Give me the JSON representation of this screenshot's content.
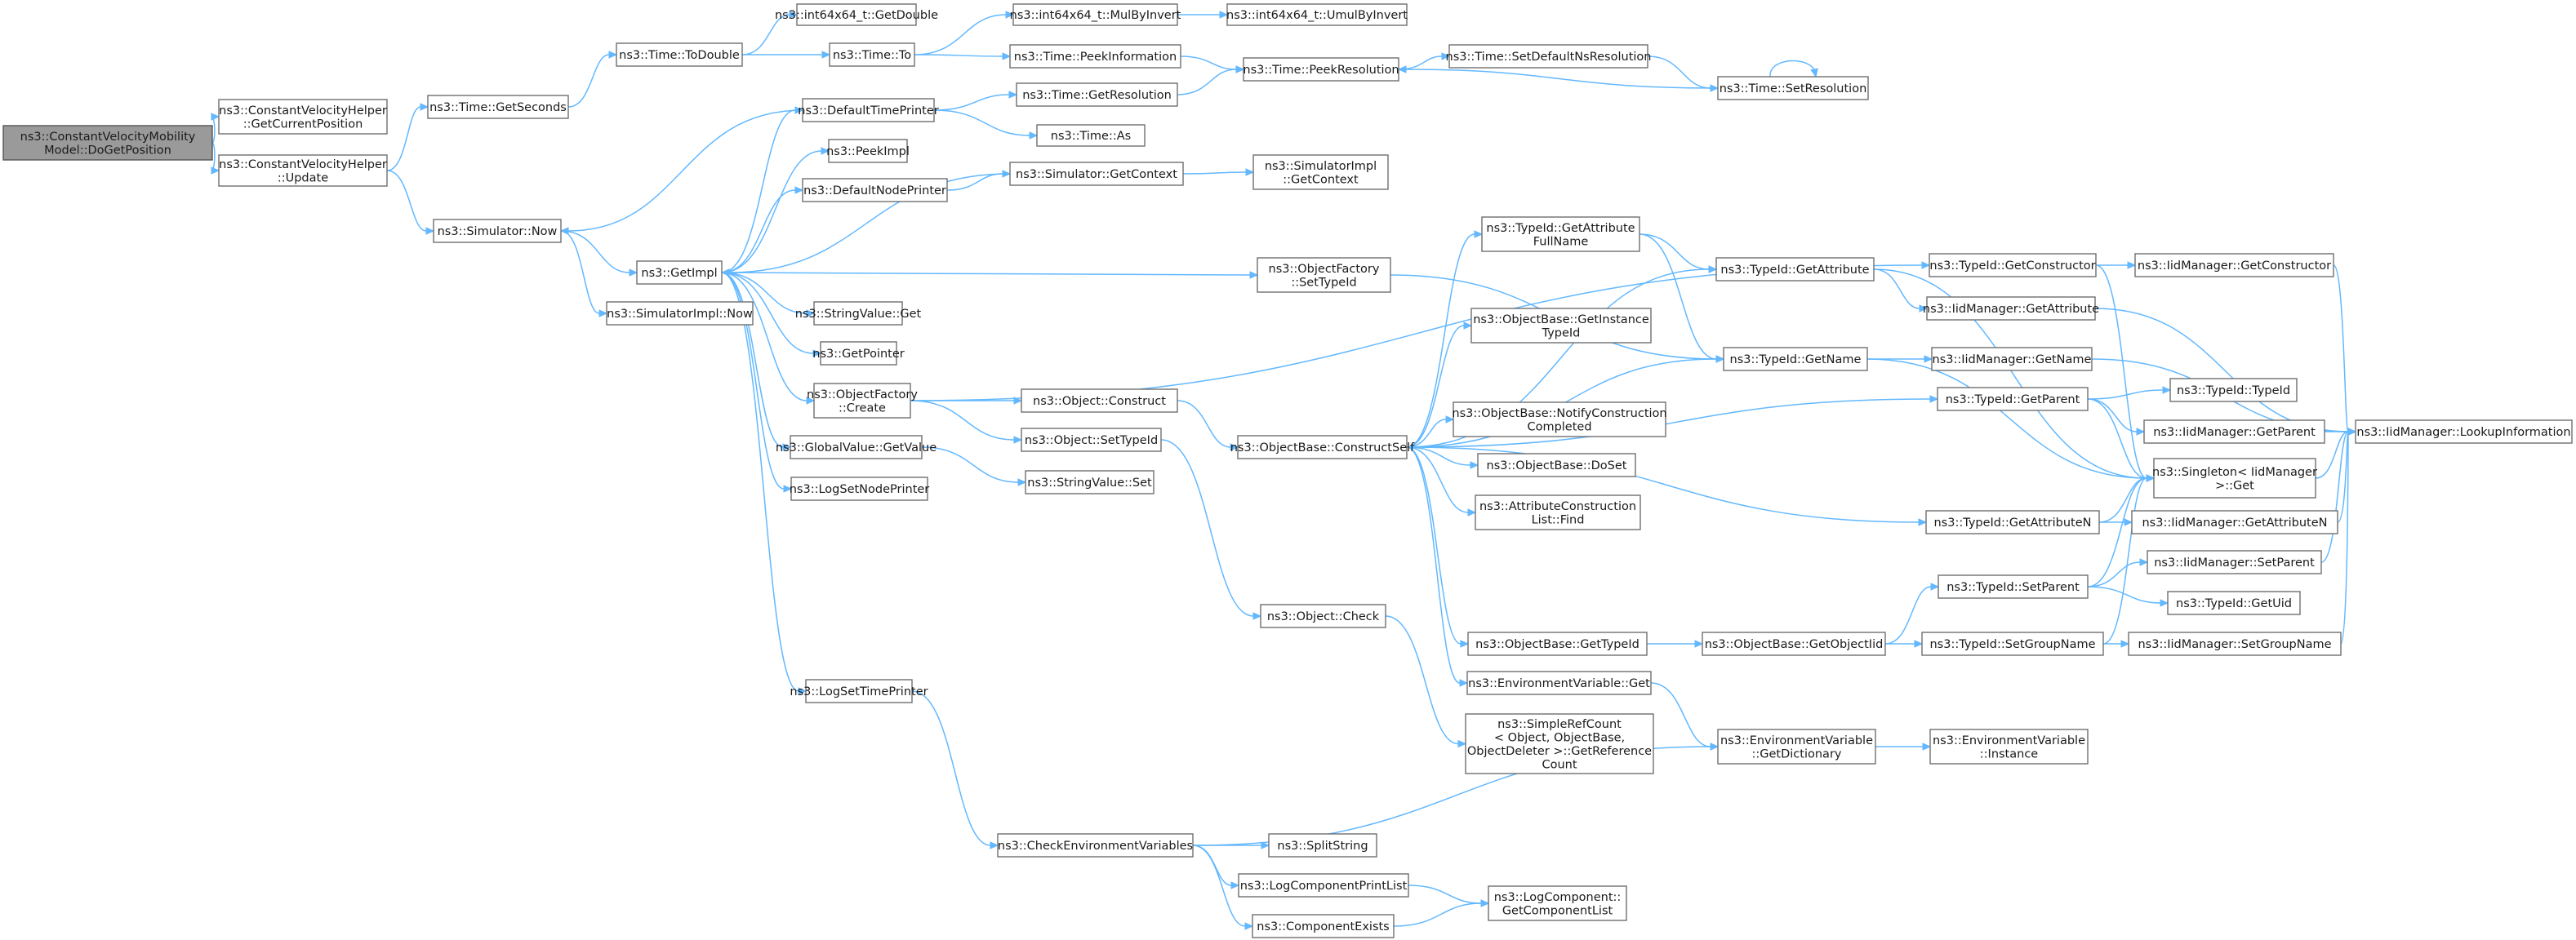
{
  "diagram": {
    "title": "",
    "colors": {
      "edge": "#63b8ff",
      "root_fill": "#9a9a9a",
      "node_fill": "#ffffff",
      "node_border": "#6e6e6e"
    },
    "nodes": [
      {
        "id": "n_dogetposition",
        "lines": [
          "ns3::ConstantVelocityMobility",
          "Model::DoGetPosition"
        ],
        "root": true
      },
      {
        "id": "n_getcurrentposition",
        "lines": [
          "ns3::ConstantVelocityHelper",
          "::GetCurrentPosition"
        ]
      },
      {
        "id": "n_update",
        "lines": [
          "ns3::ConstantVelocityHelper",
          "::Update"
        ]
      },
      {
        "id": "n_getseconds",
        "lines": [
          "ns3::Time::GetSeconds"
        ]
      },
      {
        "id": "n_simnow",
        "lines": [
          "ns3::Simulator::Now"
        ]
      },
      {
        "id": "n_todouble",
        "lines": [
          "ns3::Time::ToDouble"
        ]
      },
      {
        "id": "n_defaulttimeprinter",
        "lines": [
          "ns3::DefaultTimePrinter"
        ]
      },
      {
        "id": "n_getimpl",
        "lines": [
          "ns3::GetImpl"
        ]
      },
      {
        "id": "n_simimplnow",
        "lines": [
          "ns3::SimulatorImpl::Now"
        ]
      },
      {
        "id": "n_getdouble",
        "lines": [
          "ns3::int64x64_t::GetDouble"
        ]
      },
      {
        "id": "n_timeto",
        "lines": [
          "ns3::Time::To"
        ]
      },
      {
        "id": "n_mulbyinvert",
        "lines": [
          "ns3::int64x64_t::MulByInvert"
        ]
      },
      {
        "id": "n_umulbyinvert",
        "lines": [
          "ns3::int64x64_t::UmulByInvert"
        ]
      },
      {
        "id": "n_peekinformation",
        "lines": [
          "ns3::Time::PeekInformation"
        ]
      },
      {
        "id": "n_peekresolution",
        "lines": [
          "ns3::Time::PeekResolution"
        ]
      },
      {
        "id": "n_setdefaultnsres",
        "lines": [
          "ns3::Time::SetDefaultNsResolution"
        ]
      },
      {
        "id": "n_setresolution",
        "lines": [
          "ns3::Time::SetResolution"
        ]
      },
      {
        "id": "n_getresolution",
        "lines": [
          "ns3::Time::GetResolution"
        ]
      },
      {
        "id": "n_timeas",
        "lines": [
          "ns3::Time::As"
        ]
      },
      {
        "id": "n_peekimpl",
        "lines": [
          "ns3::PeekImpl"
        ]
      },
      {
        "id": "n_defaultnodeprinter",
        "lines": [
          "ns3::DefaultNodePrinter"
        ]
      },
      {
        "id": "n_getcontext",
        "lines": [
          "ns3::Simulator::GetContext"
        ]
      },
      {
        "id": "n_simimplgetcontext",
        "lines": [
          "ns3::SimulatorImpl",
          "::GetContext"
        ]
      },
      {
        "id": "n_stringvalueget",
        "lines": [
          "ns3::StringValue::Get"
        ]
      },
      {
        "id": "n_getpointer",
        "lines": [
          "ns3::GetPointer"
        ]
      },
      {
        "id": "n_objfactorycreate",
        "lines": [
          "ns3::ObjectFactory",
          "::Create"
        ]
      },
      {
        "id": "n_globalvaluegetvalue",
        "lines": [
          "ns3::GlobalValue::GetValue"
        ]
      },
      {
        "id": "n_logsetnodeprinter",
        "lines": [
          "ns3::LogSetNodePrinter"
        ]
      },
      {
        "id": "n_logsettimeprinter",
        "lines": [
          "ns3::LogSetTimePrinter"
        ]
      },
      {
        "id": "n_objectconstruct",
        "lines": [
          "ns3::Object::Construct"
        ]
      },
      {
        "id": "n_objectsettypeid",
        "lines": [
          "ns3::Object::SetTypeId"
        ]
      },
      {
        "id": "n_stringvalueset",
        "lines": [
          "ns3::StringValue::Set"
        ]
      },
      {
        "id": "n_objfactorysettypeid",
        "lines": [
          "ns3::ObjectFactory",
          "::SetTypeId"
        ]
      },
      {
        "id": "n_constructself",
        "lines": [
          "ns3::ObjectBase::ConstructSelf"
        ]
      },
      {
        "id": "n_objectcheck",
        "lines": [
          "ns3::Object::Check"
        ]
      },
      {
        "id": "n_checkenvvars",
        "lines": [
          "ns3::CheckEnvironmentVariables"
        ]
      },
      {
        "id": "n_getattrfullname",
        "lines": [
          "ns3::TypeId::GetAttribute",
          "FullName"
        ]
      },
      {
        "id": "n_getinstancetypeid",
        "lines": [
          "ns3::ObjectBase::GetInstance",
          "TypeId"
        ]
      },
      {
        "id": "n_notifyconstruction",
        "lines": [
          "ns3::ObjectBase::NotifyConstruction",
          "Completed"
        ]
      },
      {
        "id": "n_doset",
        "lines": [
          "ns3::ObjectBase::DoSet"
        ]
      },
      {
        "id": "n_attrconstrfind",
        "lines": [
          "ns3::AttributeConstruction",
          "List::Find"
        ]
      },
      {
        "id": "n_objbasegettypeid",
        "lines": [
          "ns3::ObjectBase::GetTypeId"
        ]
      },
      {
        "id": "n_envvarget",
        "lines": [
          "ns3::EnvironmentVariable::Get"
        ]
      },
      {
        "id": "n_simplerefcount",
        "lines": [
          "ns3::SimpleRefCount",
          "< Object, ObjectBase,",
          "ObjectDeleter >::GetReference",
          "Count"
        ]
      },
      {
        "id": "n_splitstring",
        "lines": [
          "ns3::SplitString"
        ]
      },
      {
        "id": "n_logcompprintlist",
        "lines": [
          "ns3::LogComponentPrintList"
        ]
      },
      {
        "id": "n_componentexists",
        "lines": [
          "ns3::ComponentExists"
        ]
      },
      {
        "id": "n_getcomponentlist",
        "lines": [
          "ns3::LogComponent::",
          "GetComponentList"
        ]
      },
      {
        "id": "n_typeidgetattribute",
        "lines": [
          "ns3::TypeId::GetAttribute"
        ]
      },
      {
        "id": "n_typeidgetname",
        "lines": [
          "ns3::TypeId::GetName"
        ]
      },
      {
        "id": "n_getobjectiid",
        "lines": [
          "ns3::ObjectBase::GetObjectIid"
        ]
      },
      {
        "id": "n_envvargetdict",
        "lines": [
          "ns3::EnvironmentVariable",
          "::GetDictionary"
        ]
      },
      {
        "id": "n_typeidgetconstructor",
        "lines": [
          "ns3::TypeId::GetConstructor"
        ]
      },
      {
        "id": "n_typeidgetparent",
        "lines": [
          "ns3::TypeId::GetParent"
        ]
      },
      {
        "id": "n_typeidgetattributen",
        "lines": [
          "ns3::TypeId::GetAttributeN"
        ]
      },
      {
        "id": "n_typeidsetparent",
        "lines": [
          "ns3::TypeId::SetParent"
        ]
      },
      {
        "id": "n_typeidsetgroupname",
        "lines": [
          "ns3::TypeId::SetGroupName"
        ]
      },
      {
        "id": "n_envvarinstance",
        "lines": [
          "ns3::EnvironmentVariable",
          "::Instance"
        ]
      },
      {
        "id": "n_iidgetconstructor",
        "lines": [
          "ns3::IidManager::GetConstructor"
        ]
      },
      {
        "id": "n_iidgetattribute",
        "lines": [
          "ns3::IidManager::GetAttribute"
        ]
      },
      {
        "id": "n_iidgetname",
        "lines": [
          "ns3::IidManager::GetName"
        ]
      },
      {
        "id": "n_typeidtypeid",
        "lines": [
          "ns3::TypeId::TypeId"
        ]
      },
      {
        "id": "n_iidgetparent",
        "lines": [
          "ns3::IidManager::GetParent"
        ]
      },
      {
        "id": "n_singletonget",
        "lines": [
          "ns3::Singleton< IidManager",
          " >::Get"
        ]
      },
      {
        "id": "n_iidgetattributen",
        "lines": [
          "ns3::IidManager::GetAttributeN"
        ]
      },
      {
        "id": "n_iidsetparent",
        "lines": [
          "ns3::IidManager::SetParent"
        ]
      },
      {
        "id": "n_typeidgetuid",
        "lines": [
          "ns3::TypeId::GetUid"
        ]
      },
      {
        "id": "n_iidsetgroupname",
        "lines": [
          "ns3::IidManager::SetGroupName"
        ]
      },
      {
        "id": "n_lookupinfo",
        "lines": [
          "ns3::IidManager::LookupInformation"
        ]
      }
    ]
  }
}
